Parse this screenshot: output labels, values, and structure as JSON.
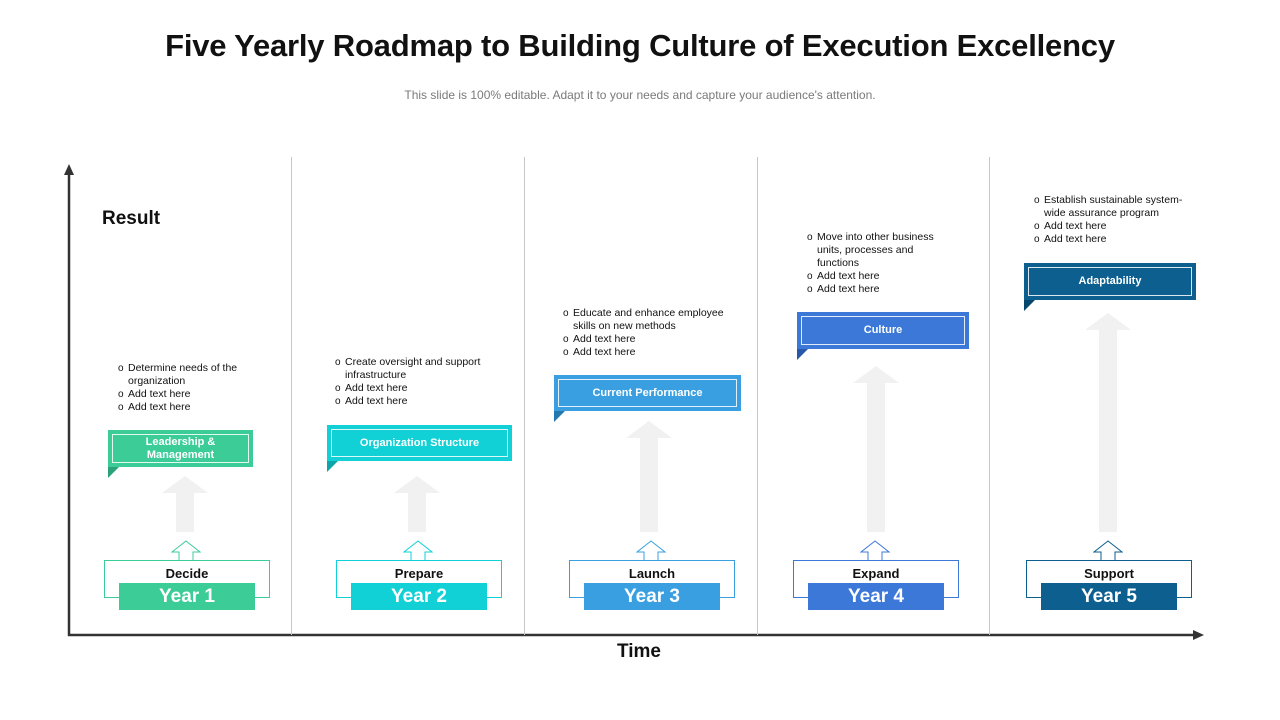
{
  "title": "Five Yearly Roadmap to Building Culture of Execution Excellency",
  "subtitle": "This slide is 100% editable. Adapt it to your needs and capture your audience's attention.",
  "axis": {
    "y_label": "Result",
    "x_label": "Time"
  },
  "columns": [
    {
      "year": "Year 1",
      "stage": "Decide",
      "tag": "Leadership & Management",
      "color": "#3ccc98",
      "bullets": [
        "Determine needs of the organization",
        "Add text here",
        "Add text here"
      ]
    },
    {
      "year": "Year 2",
      "stage": "Prepare",
      "tag": "Organization Structure",
      "color": "#12d1d6",
      "bullets": [
        "Create oversight and support infrastructure",
        "Add text here",
        "Add text here"
      ]
    },
    {
      "year": "Year 3",
      "stage": "Launch",
      "tag": "Current Performance",
      "color": "#3a9fe0",
      "bullets": [
        "Educate and enhance employee skills on new methods",
        "Add text here",
        "Add text here"
      ]
    },
    {
      "year": "Year 4",
      "stage": "Expand",
      "tag": "Culture",
      "color": "#3c78d8",
      "bullets": [
        "Move into other business units, processes and functions",
        "Add text here",
        "Add text here"
      ]
    },
    {
      "year": "Year 5",
      "stage": "Support",
      "tag": "Adaptability",
      "color": "#0d5f8f",
      "bullets": [
        "Establish sustainable system-wide assurance program",
        "Add text here",
        "Add text here"
      ]
    }
  ]
}
